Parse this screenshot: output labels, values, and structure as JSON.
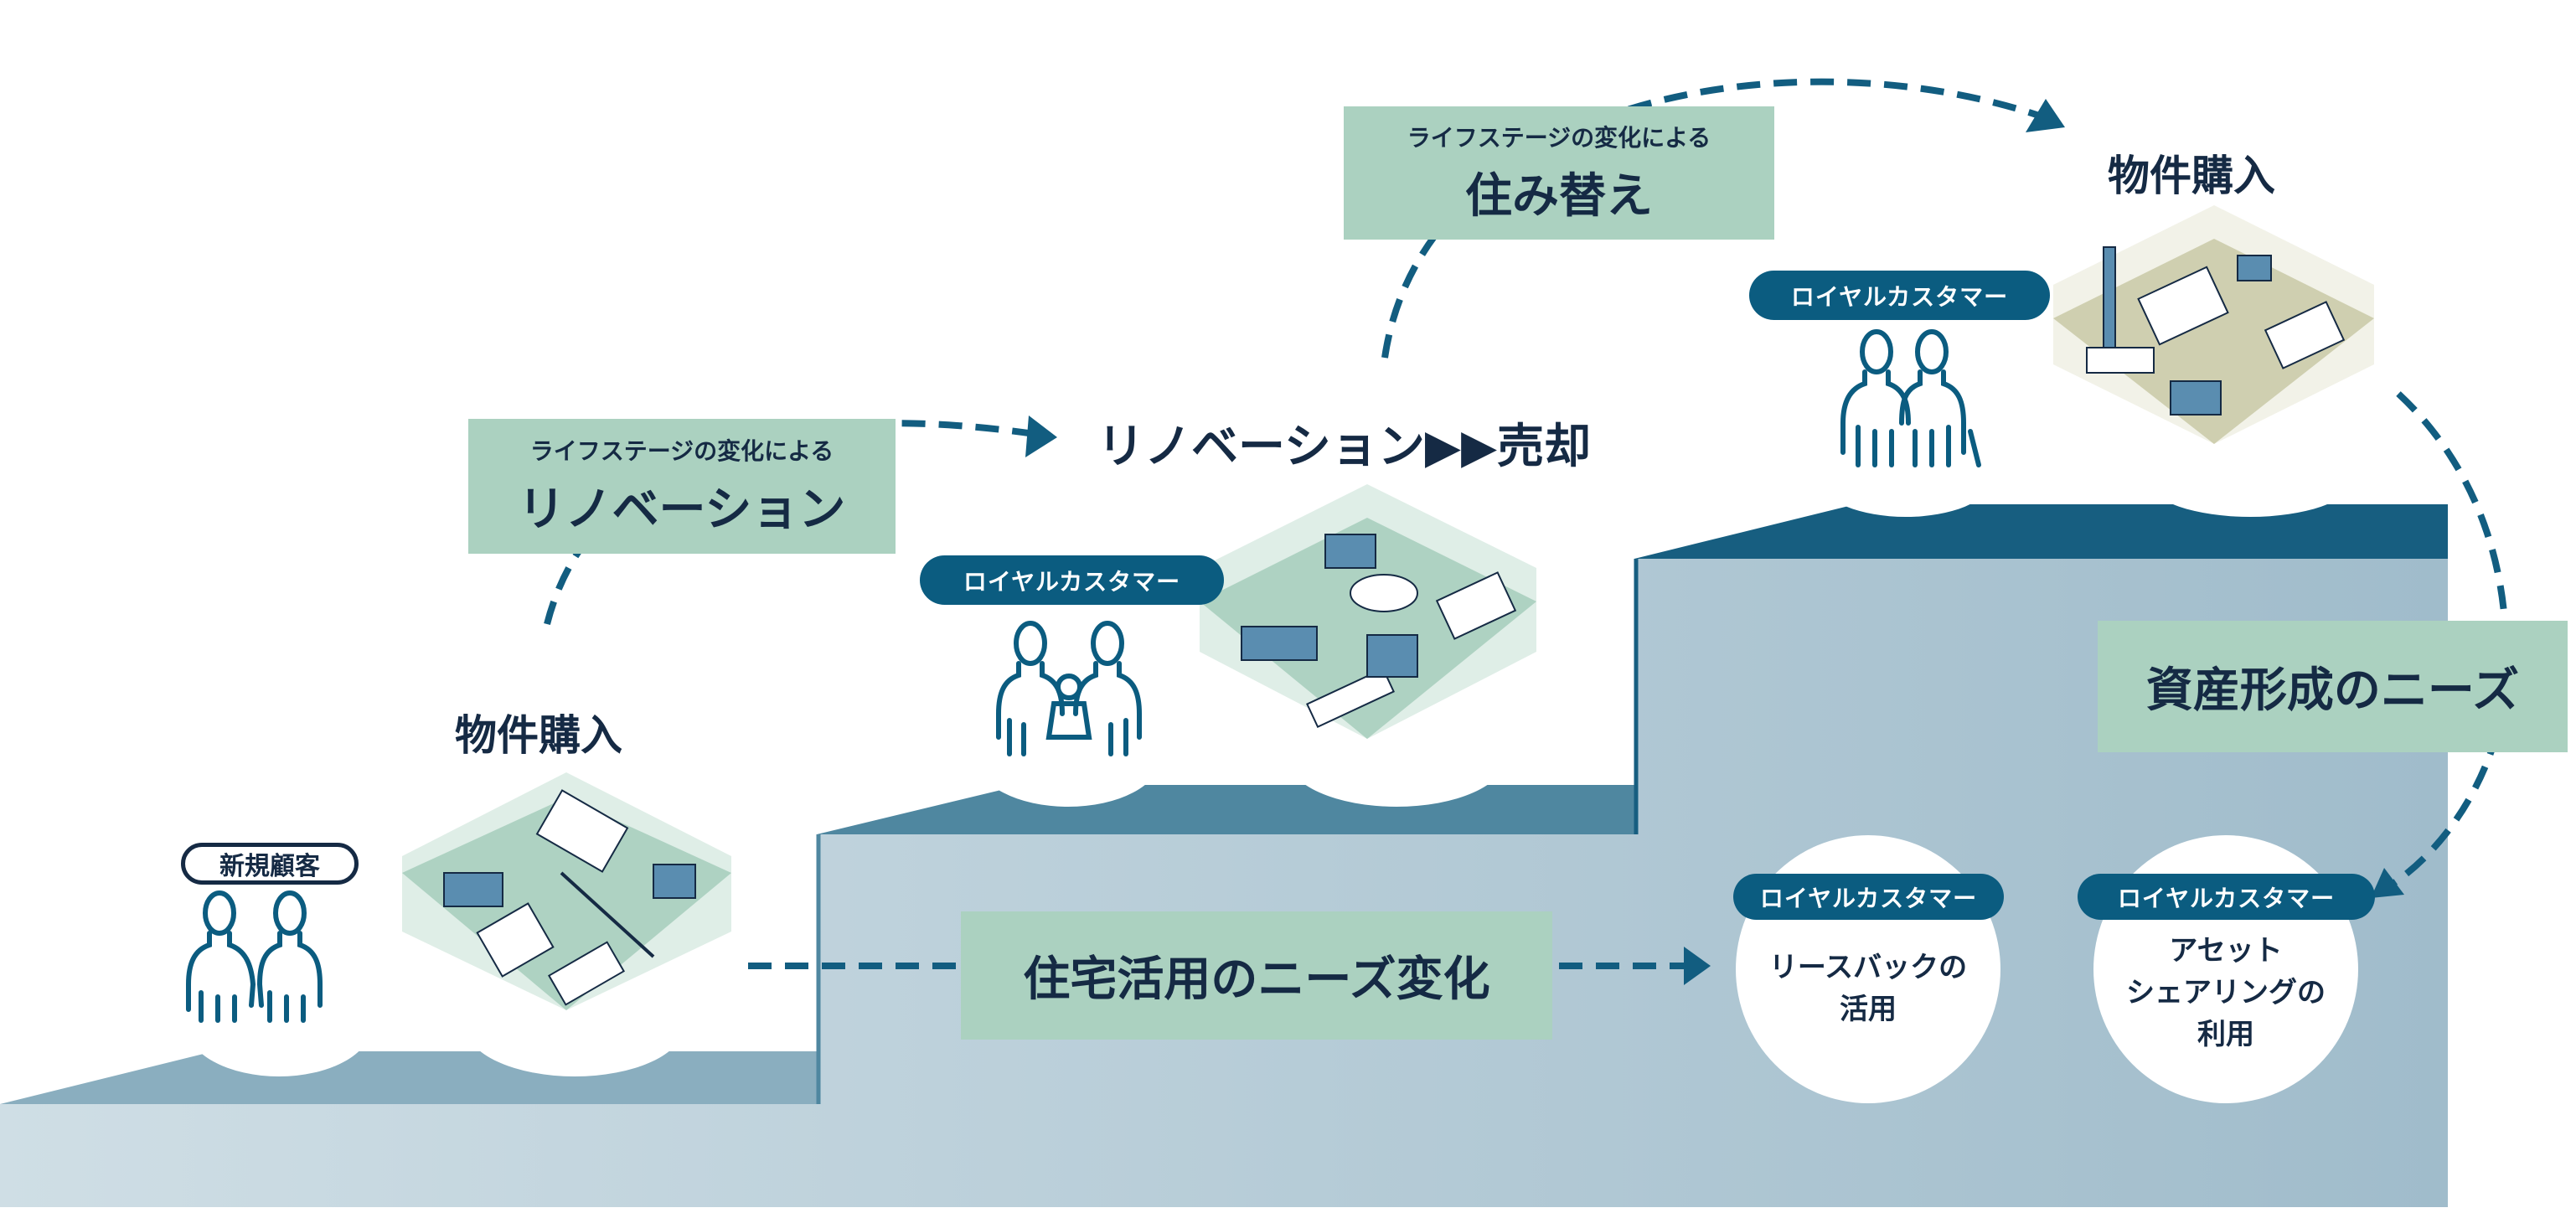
{
  "colors": {
    "dark_navy": "#152a44",
    "accent_blue": "#0b5c80",
    "green_box": "#abd1c0",
    "step1_top": "#8aaebf",
    "step2_top": "#4f87a0",
    "step3_top": "#175e80",
    "body_left": "#cfdee5",
    "body_right": "#a0bccb"
  },
  "stage1": {
    "badge": "新規顧客",
    "title": "物件購入",
    "people_icon": "couple-icon",
    "room_icon": "isometric-room-icon"
  },
  "transition1": {
    "line1": "ライフステージの変化による",
    "line2": "リノベーション"
  },
  "stage2": {
    "title": "リノベーション▶▶売却",
    "badge": "ロイヤルカスタマー",
    "people_icon": "family-icon",
    "room_icon": "isometric-room-icon"
  },
  "transition2": {
    "line1": "ライフステージの変化による",
    "line2": "住み替え"
  },
  "stage3": {
    "title": "物件購入",
    "badge": "ロイヤルカスタマー",
    "people_icon": "elderly-couple-icon",
    "room_icon": "isometric-room-icon"
  },
  "asset_need": "資産形成のニーズ",
  "housing_need": "住宅活用のニーズ変化",
  "option1": {
    "badge": "ロイヤルカスタマー",
    "lines": [
      "リースバックの",
      "活用"
    ]
  },
  "option2": {
    "badge": "ロイヤルカスタマー",
    "lines": [
      "アセット",
      "シェアリングの",
      "利用"
    ]
  }
}
